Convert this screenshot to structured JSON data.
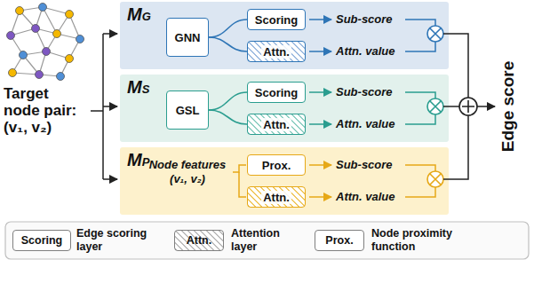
{
  "diagram": {
    "nodes": [
      {
        "text": [
          "MG"
        ]
      },
      {
        "text": [
          "GNN"
        ],
        "in": 0
      },
      {
        "text": [
          "Scoring"
        ],
        "in": 0
      },
      {
        "text": [
          "Attn."
        ],
        "in": 0
      },
      {
        "text": [
          "MS"
        ]
      },
      {
        "text": [
          "GSL"
        ],
        "in": 4
      },
      {
        "text": [
          "Scoring"
        ],
        "in": 4
      },
      {
        "text": [
          "Attn."
        ],
        "in": 4
      },
      {
        "text": [
          "MP"
        ]
      },
      {
        "text": [
          "Prox."
        ],
        "in": 8
      },
      {
        "text": [
          "Attn."
        ],
        "in": 8
      }
    ],
    "edges": [
      {
        "from": 1,
        "to": 2,
        "arrow": "none"
      },
      {
        "from": 1,
        "to": 3,
        "arrow": "none"
      },
      {
        "from": 5,
        "to": 6,
        "arrow": "none"
      },
      {
        "from": 5,
        "to": 7,
        "arrow": "none"
      }
    ],
    "labels": [
      "Target node pair: (v₁, v₂)",
      "Sub-score",
      "Attn. value",
      "Sub-score",
      "Attn. value",
      "Node features (v₁, v₂)",
      "Sub-score",
      "Attn. value",
      "Edge score",
      "Scoring",
      "Attn.",
      "Prox."
    ],
    "legend": [
      {
        "text": "Edge scoring layer"
      },
      {
        "text": "Attention layer"
      },
      {
        "text": "Node proximity function"
      }
    ]
  }
}
